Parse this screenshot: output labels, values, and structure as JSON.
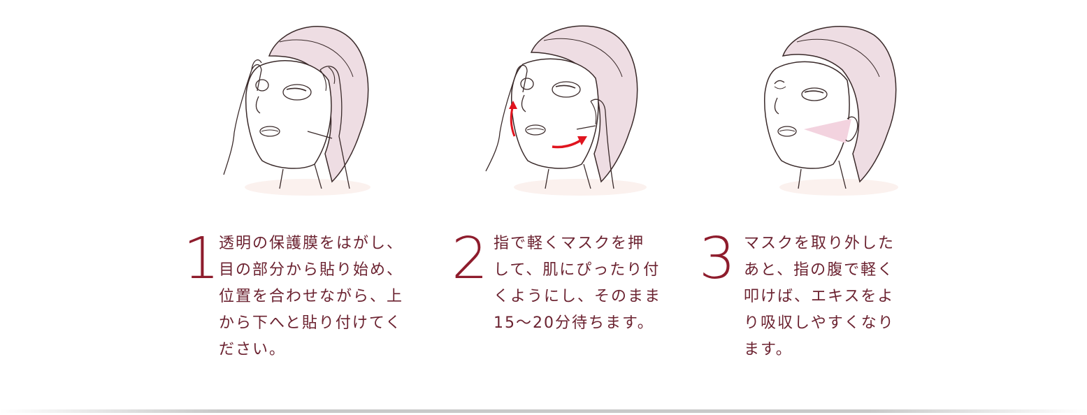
{
  "steps": [
    {
      "number": "1",
      "lines": [
        "透明の保護膜をはがし、",
        "目の部分から貼り始め、",
        "位置を合わせながら、上",
        "から下へと貼り付けてく",
        "ださい。"
      ]
    },
    {
      "number": "2",
      "lines": [
        "指で軽くマスクを押",
        "して、肌にぴったり付",
        "くようにし、そのまま",
        "15～20分待ちます。"
      ]
    },
    {
      "number": "3",
      "lines": [
        "マスクを取り外した",
        "あと、指の腹で軽く",
        "叩けば、エキスをよ",
        "り吸収しやすくなり",
        "ます。"
      ]
    }
  ],
  "colors": {
    "accent": "#8e1c2c",
    "text": "#6b2230",
    "cap": "#eedde3",
    "line": "#3a2a2a",
    "arrow": "#e0141e",
    "cheek": "#f3d3df"
  },
  "icons": [
    "face-mask-apply-icon",
    "face-mask-press-icon",
    "face-mask-remove-icon",
    "red-arrow-icon"
  ]
}
